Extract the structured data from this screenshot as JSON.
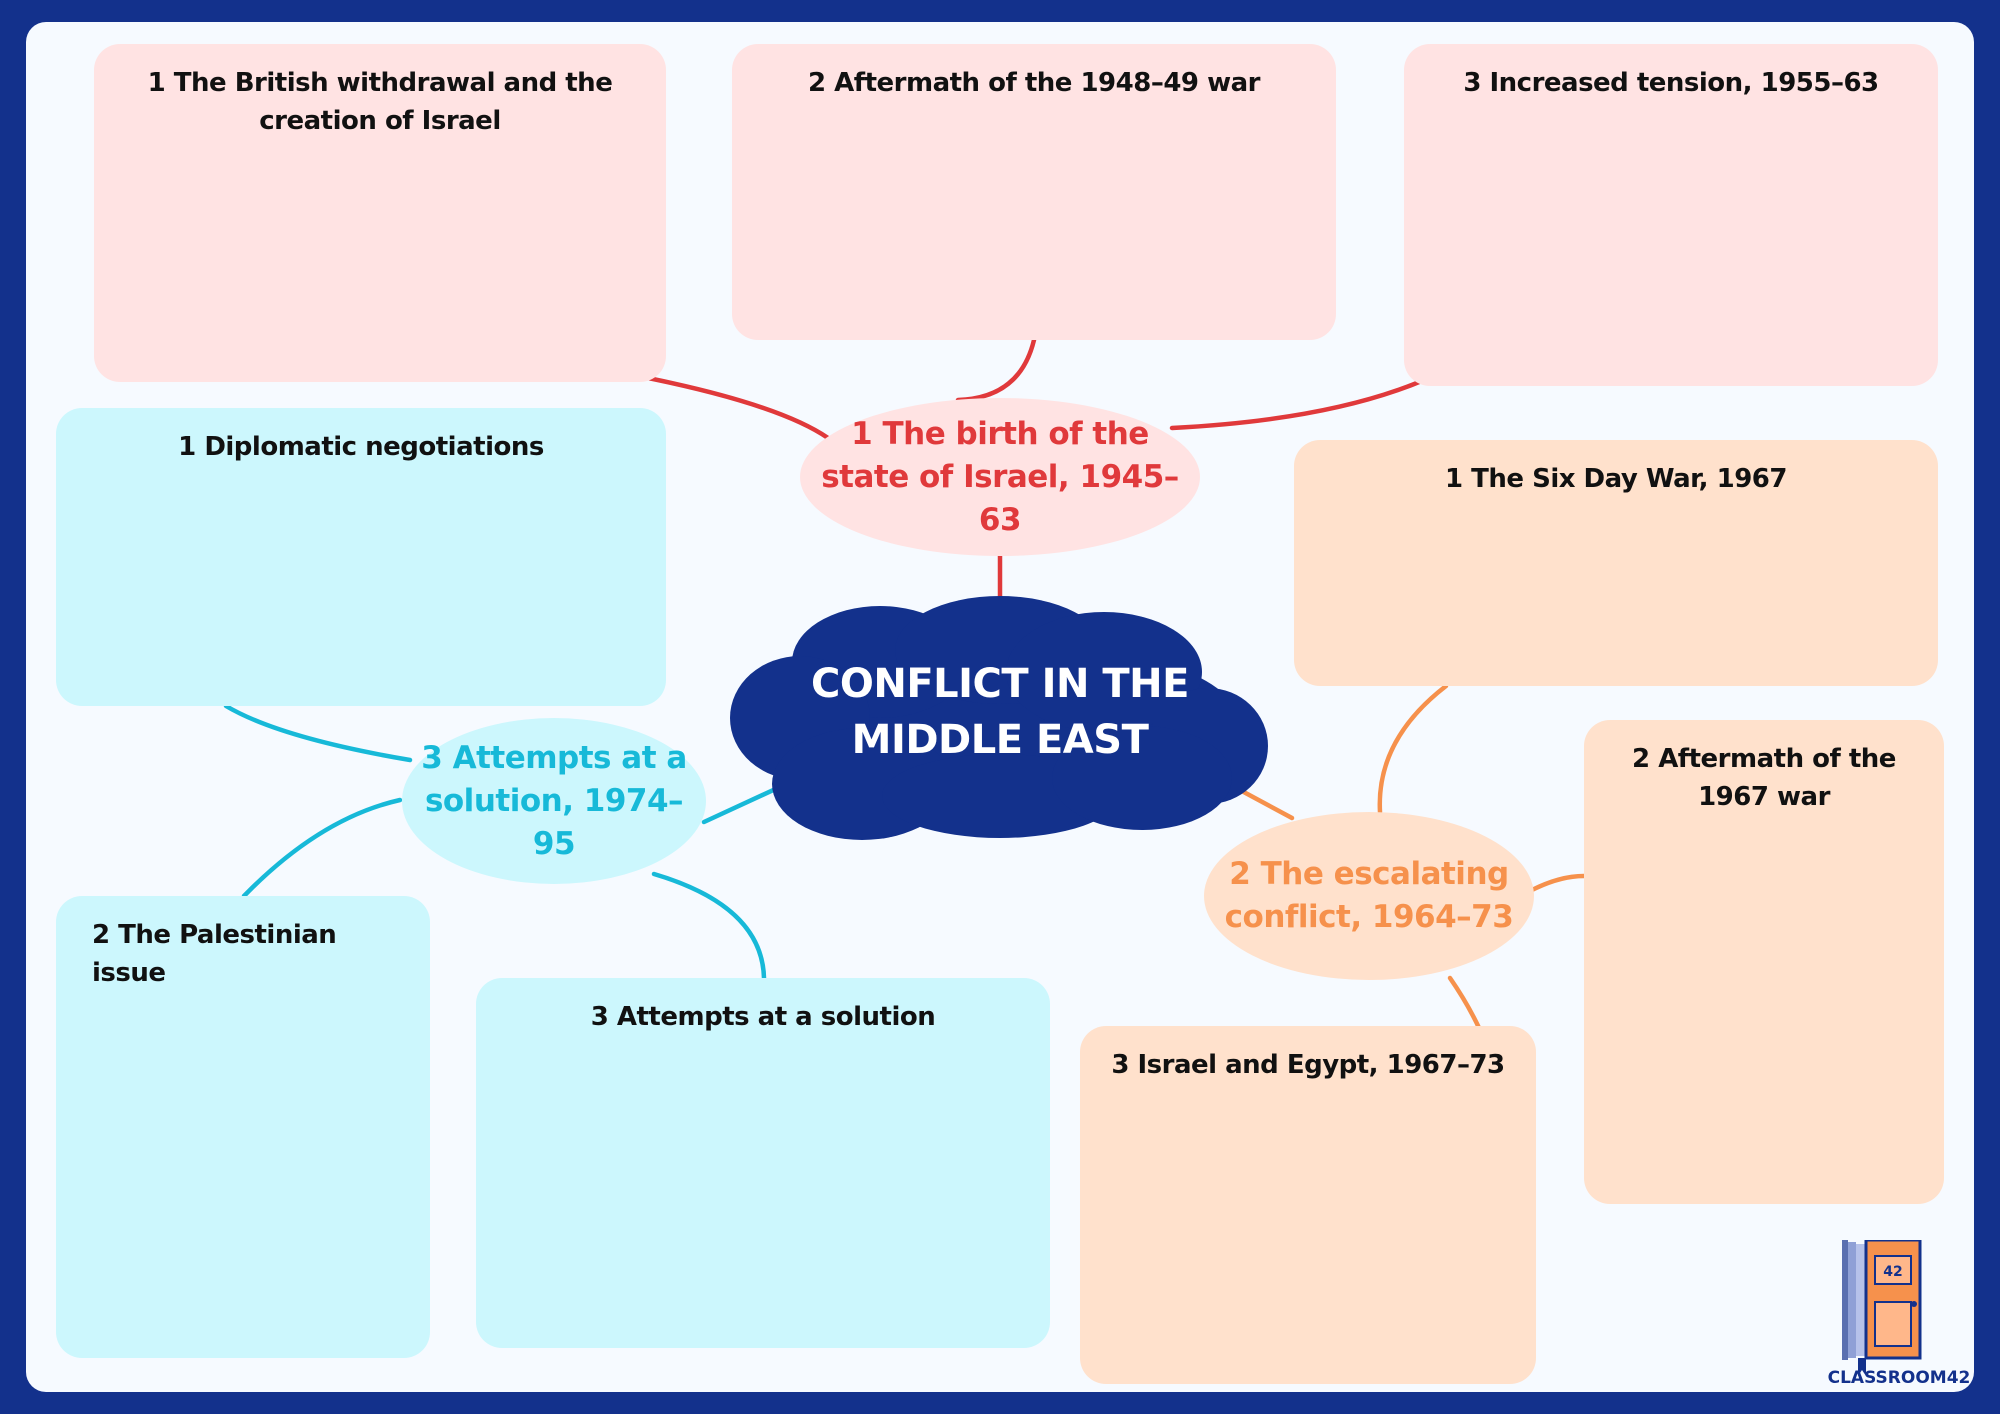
{
  "central": {
    "title": "CONFLICT IN THE MIDDLE EAST"
  },
  "branches": [
    {
      "label": "1 The birth of the state of Israel, 1945–63",
      "color": "#e0393b",
      "topics": [
        "1 The British withdrawal and the creation of Israel",
        "2 Aftermath of the 1948–49 war",
        "3 Increased tension, 1955–63"
      ]
    },
    {
      "label": "2 The escalating conflict, 1964–73",
      "color": "#f6914c",
      "topics": [
        "1 The Six Day War, 1967",
        "2 Aftermath of the 1967 war",
        "3 Israel and Egypt, 1967–73"
      ]
    },
    {
      "label": "3 Attempts at a solution, 1974–95",
      "color": "#17b9d8",
      "topics": [
        "1 Diplomatic negotiations",
        "2 The Palestinian issue",
        "3 Attempts at a solution"
      ]
    }
  ],
  "brand": {
    "name": "CLASSROOM42",
    "door_number": "42"
  }
}
